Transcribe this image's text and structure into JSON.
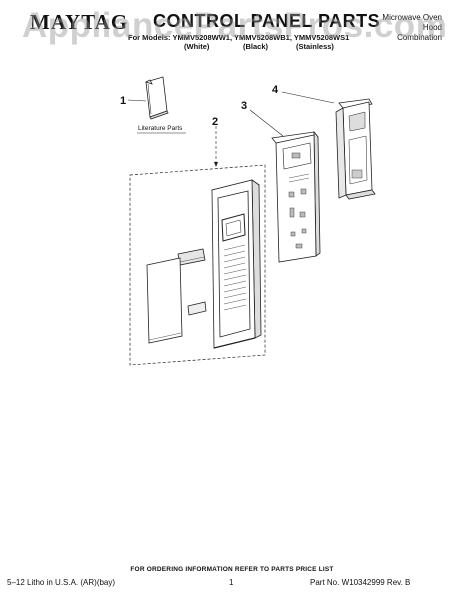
{
  "header": {
    "brand": "MAYTAG",
    "title": "CONTROL PANEL PARTS",
    "subtitle_line1": "Microwave Oven Hood",
    "subtitle_line2": "Combination",
    "models": "For Models: YMMV5208WW1, YMMV5208WB1, YMMV5208WS1",
    "variant_white": "(White)",
    "variant_black": "(Black)",
    "variant_stainless": "(Stainless)"
  },
  "watermark": "AppliancePartsPros.com",
  "diagram": {
    "callouts": [
      "1",
      "2",
      "3",
      "4"
    ],
    "literature_label": "Literature Parts"
  },
  "footer": {
    "ordering_note": "FOR ORDERING INFORMATION REFER TO PARTS PRICE LIST",
    "litho": "5–12 Litho in U.S.A. (AR)(bay)",
    "page_number": "1",
    "part_number": "Part No. W10342999 Rev. B"
  }
}
